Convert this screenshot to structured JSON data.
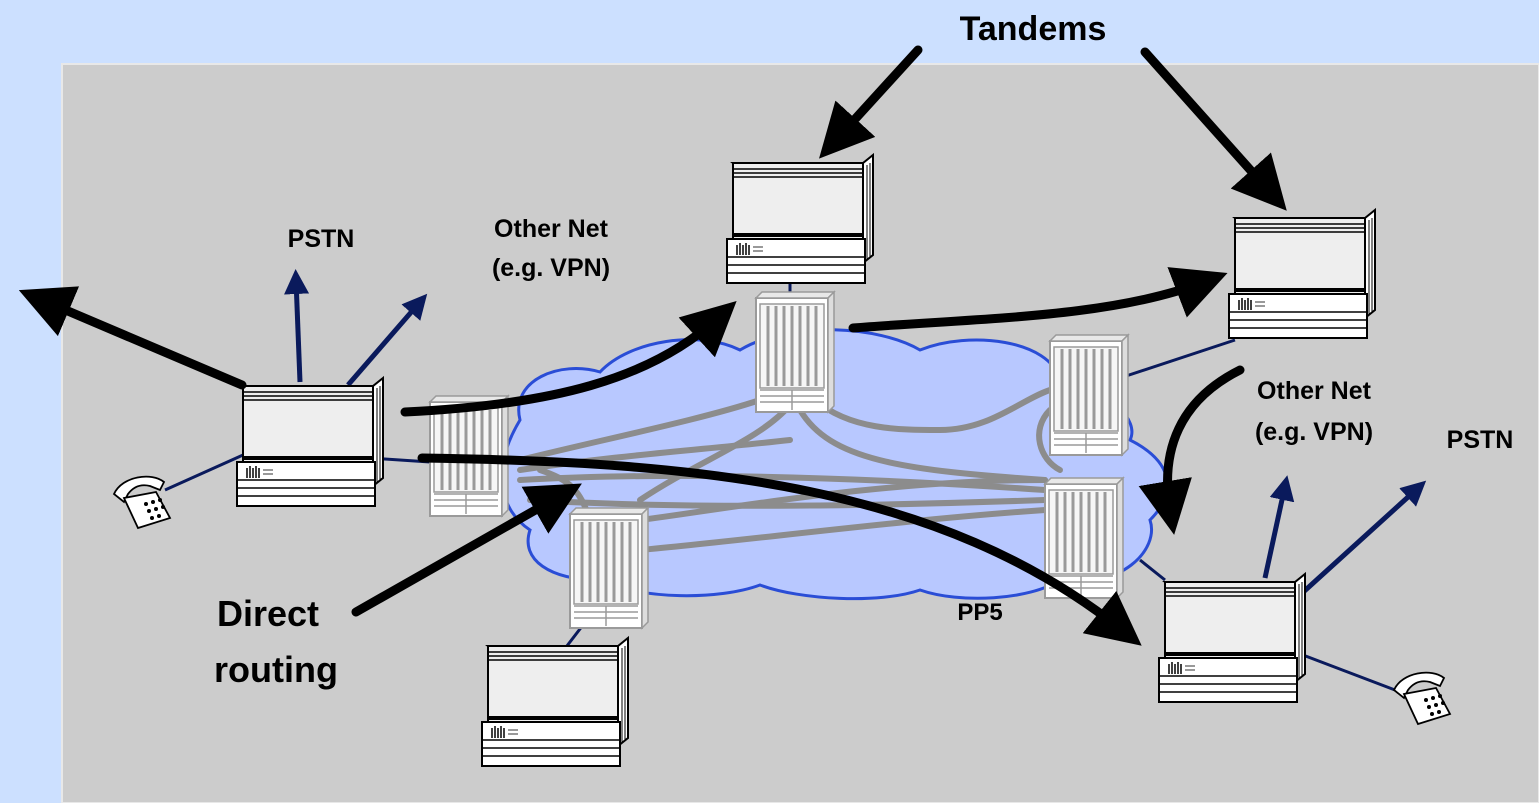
{
  "colors": {
    "background": "#cce0ff",
    "panel": "#cccccc",
    "cloud_fill": "#b8c8ff",
    "cloud_stroke": "#2a4dd6",
    "link_dark": "#0a1a5c",
    "arrow_blue": "#0a1a5c",
    "mesh_gray": "#8c8c8c",
    "arrow_black": "#000000"
  },
  "labels": {
    "tandems": "Tandems",
    "pstn_left": "PSTN",
    "other_net_left_line1": "Other Net",
    "other_net_left_line2": "(e.g. VPN)",
    "other_net_right_line1": "Other Net",
    "other_net_right_line2": "(e.g. VPN)",
    "pstn_right": "PSTN",
    "direct_line1": "Direct",
    "direct_line2": "routing",
    "pp5": "PP5"
  },
  "icons": {
    "switch": "pbx-switch-icon",
    "router": "router-rack-icon",
    "phone": "telephone-icon",
    "cloud": "network-cloud"
  }
}
